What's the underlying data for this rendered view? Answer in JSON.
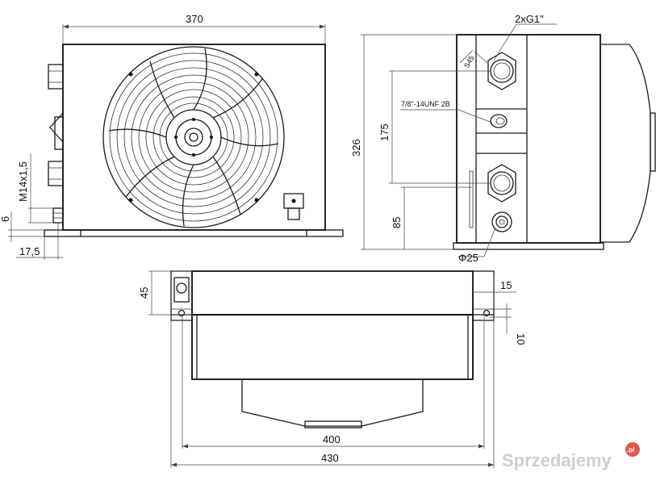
{
  "dimensions": {
    "front_width": "370",
    "thread_m14": "M14x1,5",
    "offset_6": "6",
    "offset_17_5": "17,5",
    "side_height": "326",
    "side_175": "175",
    "side_85": "85",
    "port_g1": "2xG1\"",
    "port_unf": "7/8\"-14UNF 2B",
    "port_s45": "S45",
    "port_phi25": "Φ25",
    "top_45": "45",
    "top_15": "15",
    "top_10": "10",
    "top_400": "400",
    "top_430": "430"
  },
  "watermark": {
    "brand": "Sprzedajemy",
    "suffix": ".pl",
    "color": "#e05a4a"
  }
}
